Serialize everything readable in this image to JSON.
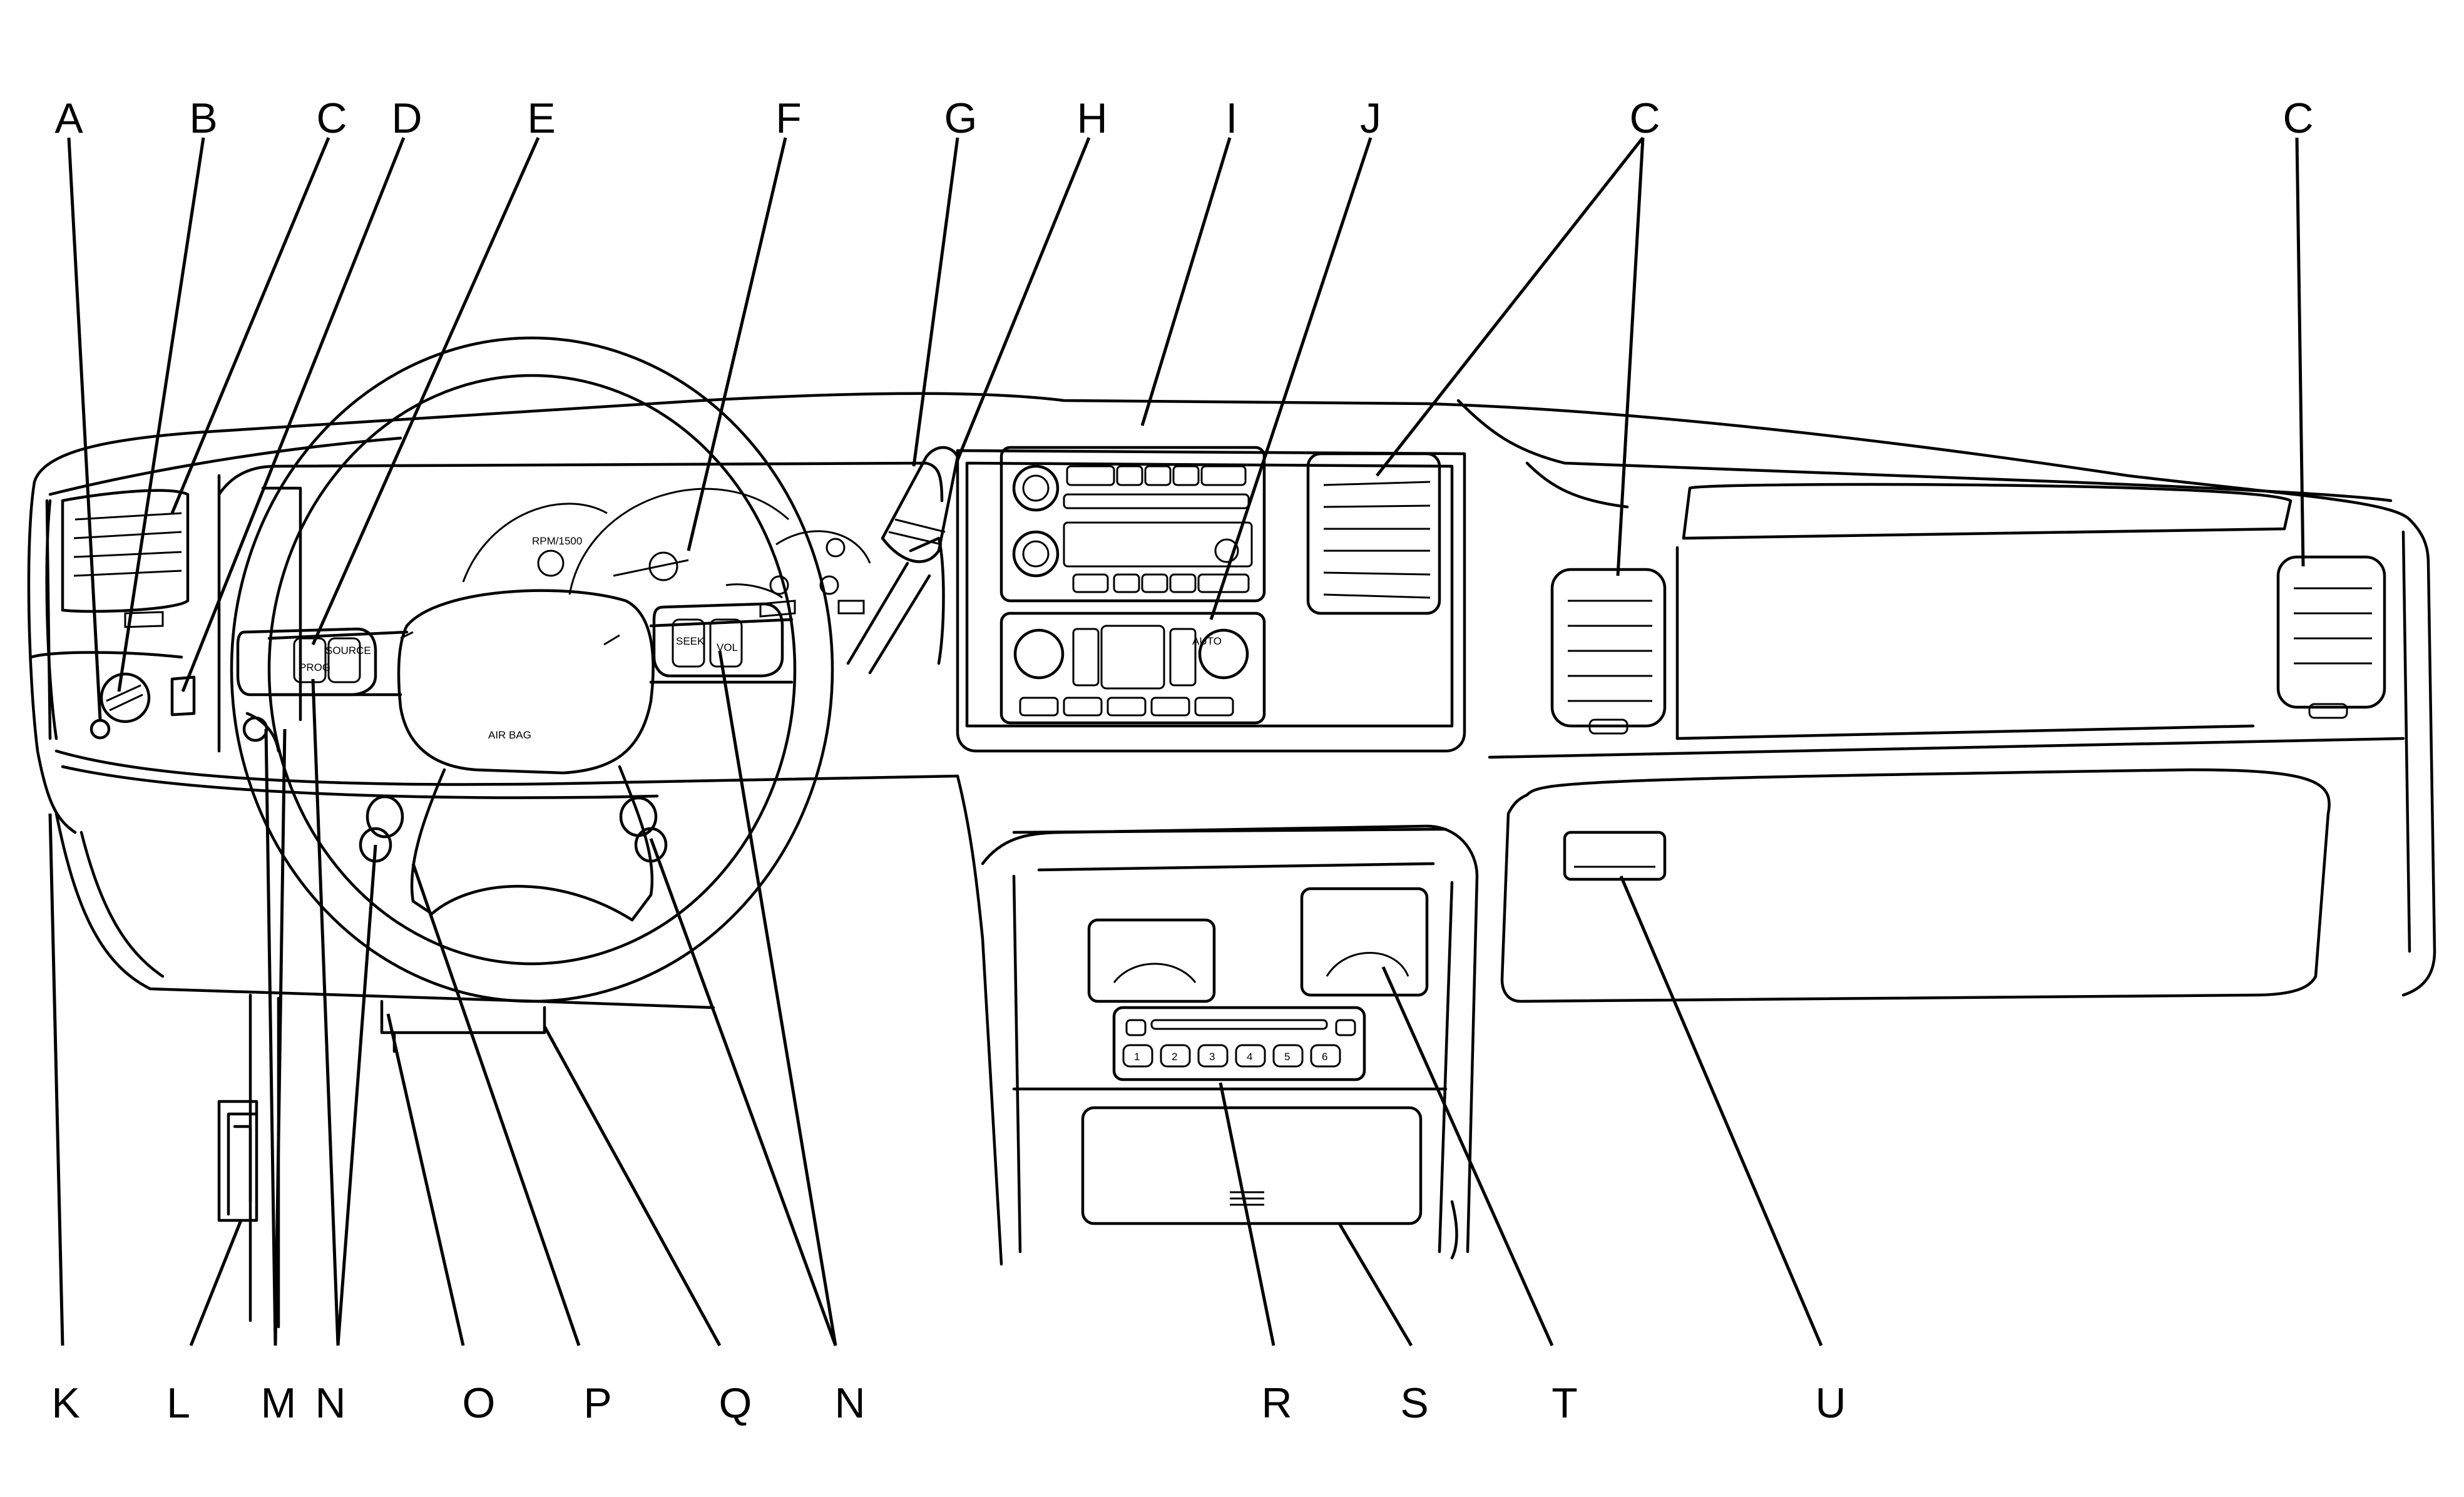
{
  "callouts": [
    {
      "id": "A",
      "letter": "A"
    },
    {
      "id": "B",
      "letter": "B"
    },
    {
      "id": "C1",
      "letter": "C"
    },
    {
      "id": "D",
      "letter": "D"
    },
    {
      "id": "E",
      "letter": "E"
    },
    {
      "id": "F",
      "letter": "F"
    },
    {
      "id": "G",
      "letter": "G"
    },
    {
      "id": "H",
      "letter": "H"
    },
    {
      "id": "I",
      "letter": "I"
    },
    {
      "id": "J",
      "letter": "J"
    },
    {
      "id": "C2",
      "letter": "C"
    },
    {
      "id": "C3",
      "letter": "C"
    },
    {
      "id": "K",
      "letter": "K"
    },
    {
      "id": "L",
      "letter": "L"
    },
    {
      "id": "M",
      "letter": "M"
    },
    {
      "id": "N1",
      "letter": "N"
    },
    {
      "id": "O",
      "letter": "O"
    },
    {
      "id": "P",
      "letter": "P"
    },
    {
      "id": "Q",
      "letter": "Q"
    },
    {
      "id": "N2",
      "letter": "N"
    },
    {
      "id": "R",
      "letter": "R"
    },
    {
      "id": "S",
      "letter": "S"
    },
    {
      "id": "T",
      "letter": "T"
    },
    {
      "id": "U",
      "letter": "U"
    }
  ],
  "printed_text": {
    "airbag": "AIR BAG",
    "rpm": "RPM/1500",
    "prog": "PROG",
    "source": "SOURCE",
    "seek": "SEEK",
    "vol": "VOL",
    "auto": "AUTO"
  },
  "presets": [
    "1",
    "2",
    "3",
    "4",
    "5",
    "6"
  ]
}
